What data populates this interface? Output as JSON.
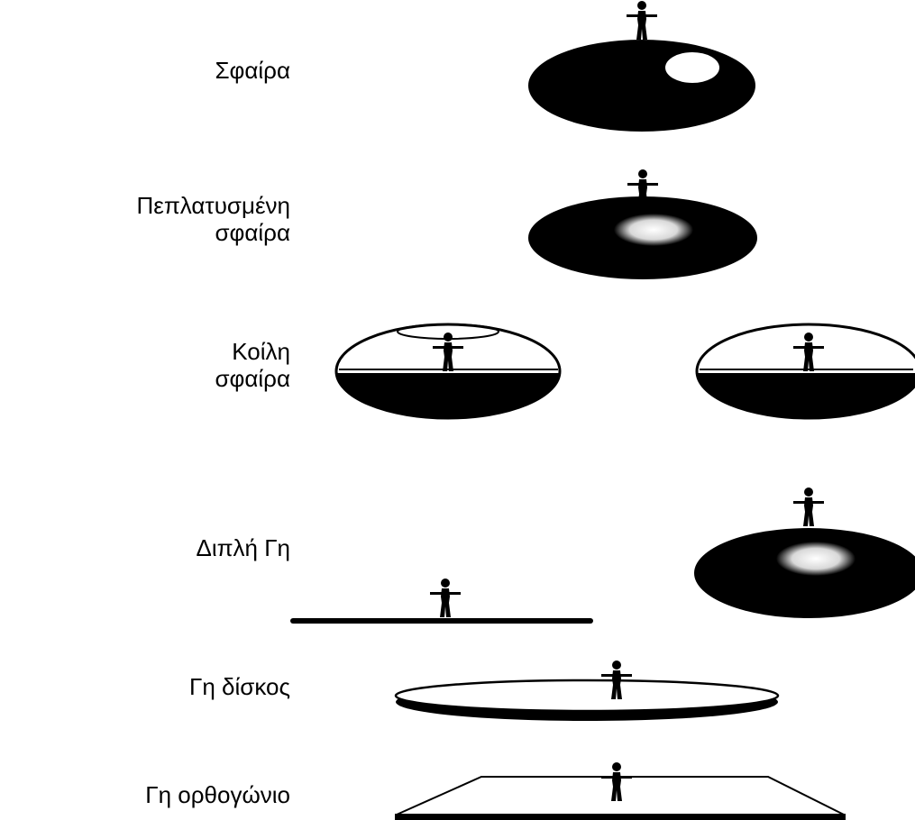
{
  "labels": {
    "sphere": "Σφαίρα",
    "flattened_line1": "Πεπλατυσμένη",
    "flattened_line2": "σφαίρα",
    "hollow_line1": "Κοίλη",
    "hollow_line2": "σφαίρα",
    "double_earth": "Διπλή Γη",
    "disc_earth": "Γη δίσκος",
    "rect_earth": "Γη ορθογώνιο"
  },
  "colors": {
    "ink": "#000000",
    "paper": "#ffffff"
  },
  "icons": [
    "person-icon"
  ]
}
